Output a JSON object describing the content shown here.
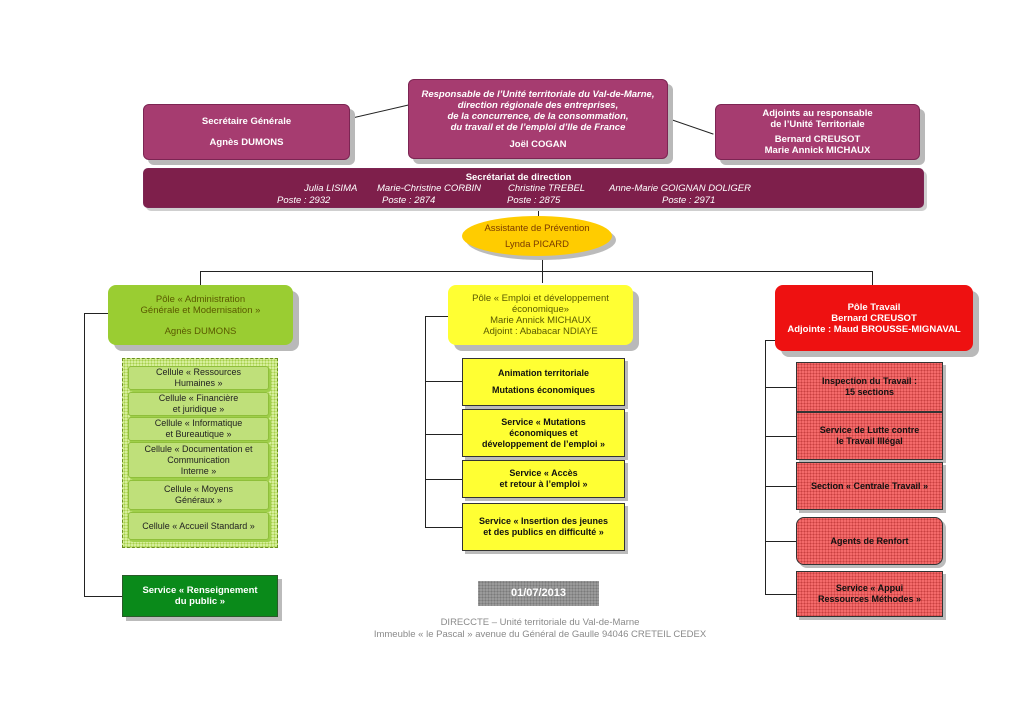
{
  "secretaire": {
    "title": "Secrétaire Générale",
    "name": "Agnès DUMONS"
  },
  "responsable": {
    "text": "Responsable de l’Unité territoriale du Val-de-Marne,\ndirection régionale des entreprises,\nde la concurrence, de la consommation,\ndu travail et de l’emploi d’Ile de France",
    "name": "Joël COGAN"
  },
  "adjoints": {
    "title": "Adjoints au responsable\nde l’Unité Territoriale",
    "names": "Bernard CREUSOT\nMarie Annick MICHAUX"
  },
  "secretariat": {
    "title": "Secrétariat de direction",
    "members": [
      {
        "name": "Julia LISIMA",
        "poste": "Poste :  2932"
      },
      {
        "name": "Marie-Christine CORBIN",
        "poste": "Poste :  2874"
      },
      {
        "name": "Christine TREBEL",
        "poste": "Poste : 2875"
      },
      {
        "name": "Anne-Marie GOIGNAN DOLIGER",
        "poste": "Poste :  2971"
      }
    ]
  },
  "prevention": {
    "title": "Assistante de Prévention",
    "name": "Lynda PICARD"
  },
  "pole_admin": {
    "title": "Pôle  « Administration\nGénérale et Modernisation »",
    "name": "Agnès DUMONS"
  },
  "pole_emploi": {
    "title": "Pôle « Emploi et développement\néconomique»",
    "name": "Marie Annick MICHAUX",
    "adjoint": "Adjoint : Ababacar NDIAYE"
  },
  "pole_travail": {
    "title": "Pôle Travail",
    "name": "Bernard CREUSOT",
    "adjoint": "Adjointe :  Maud BROUSSE-MIGNAVAL"
  },
  "cellules": [
    "Cellule « Ressources\nHumaines »",
    "Cellule « Financière\net juridique »",
    "Cellule « Informatique\net Bureautique »",
    "Cellule « Documentation et\nCommunication\nInterne »",
    "Cellule « Moyens\nGénéraux »",
    "Cellule « Accueil Standard »"
  ],
  "renseignement": "Service « Renseignement\ndu public »",
  "emploi_services": [
    {
      "line1": "Animation territoriale",
      "line2": "Mutations économiques"
    },
    {
      "text": "Service «  Mutations\néconomiques et\ndéveloppement de l’emploi »"
    },
    {
      "text": "Service « Accès\net retour à l’emploi »"
    },
    {
      "text": "Service « Insertion des jeunes\net des publics en difficulté »"
    }
  ],
  "travail_services": [
    "Inspection du Travail :\n15 sections",
    "Service de Lutte contre\nle Travail Illégal",
    "Section « Centrale Travail »",
    "Agents de Renfort",
    "Service « Appui\nRessources Méthodes »"
  ],
  "date": "01/07/2013",
  "footer": {
    "line1": "DIRECCTE – Unité territoriale du Val-de-Marne",
    "line2": "Immeuble « le Pascal » avenue du Général de Gaulle 94046 CRETEIL CEDEX"
  },
  "colors": {
    "plum": "#a63c70",
    "dark_plum": "#7e1f4b",
    "green": "#9acd32",
    "yellow": "#ffff33",
    "red": "#ff0000"
  }
}
